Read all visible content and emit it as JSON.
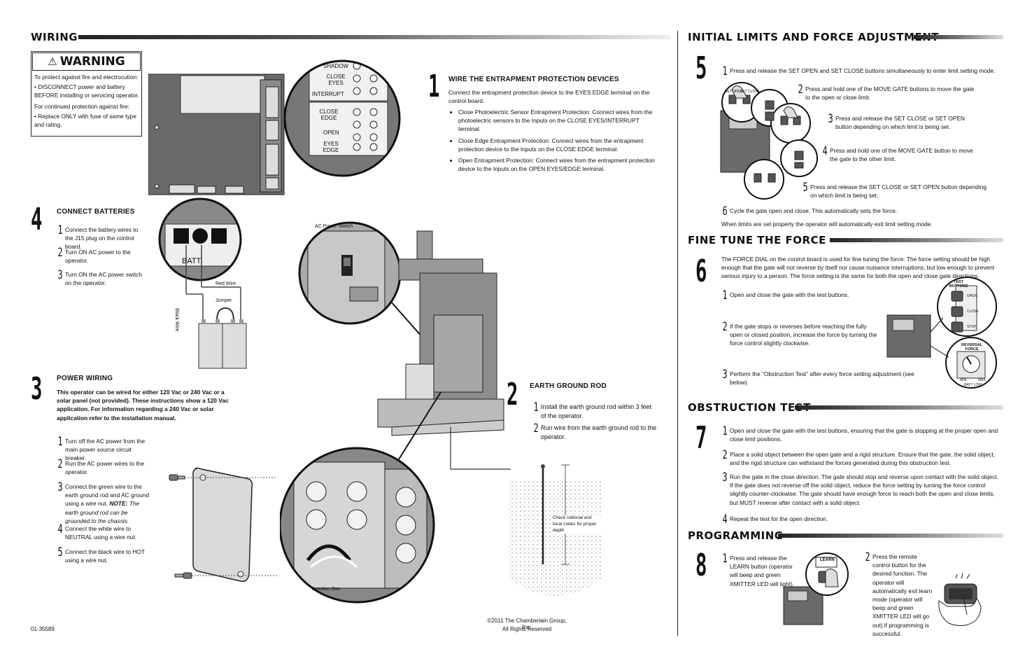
{
  "left": {
    "header": "WIRING",
    "warning": {
      "title": "WARNING",
      "lines": [
        "To protect against fire and electrocution:",
        "• DISCONNECT power and battery BEFORE installing or servicing operator.",
        "For continued protection against fire:",
        "• Replace ONLY with fuse of same type and rating."
      ]
    },
    "section1": {
      "num": "1",
      "title": "WIRE THE ENTRAPMENT PROTECTION DEVICES",
      "intro": "Connect the entrapment protection device to the EYES EDGE terminal on the control board.",
      "bullets": [
        "Close Photoelectric Sensor Entrapment Protection: Connect wires from the photoelectric sensors to the Inputs on the CLOSE EYES/INTERRUPT terminal.",
        "Close Edge Entrapment Protection: Connect wires from the entrapment protection device to the Inputs on the CLOSE EDGE terminal.",
        "Open Entrapment Protection: Connect wires from the entrapment protection device to the Inputs on the OPEN EYES/EDGE terminal."
      ]
    },
    "section4": {
      "num": "4",
      "title": "CONNECT BATTERIES",
      "steps": [
        {
          "n": "1",
          "text": "Connect the battery wires to the J15 plug on the control board."
        },
        {
          "n": "2",
          "text": "Turn ON AC power to the operator."
        },
        {
          "n": "3",
          "text": "Turn ON the AC power switch on the operator."
        }
      ]
    },
    "section3": {
      "num": "3",
      "title": "POWER WIRING",
      "intro": "This operator can be wired for either 120 Vac or 240 Vac or a solar panel (not provided). These instructions show a 120 Vac application. For information regarding a 240 Vac or solar application refer to the installation manual.",
      "steps": [
        {
          "n": "1",
          "text": "Turn off the AC power from the main power source circuit breaker."
        },
        {
          "n": "2",
          "text": "Run the AC power wires to the operator."
        },
        {
          "n": "3",
          "text": "Connect the green wire to the earth ground rod and AC ground using a wire nut.",
          "note_label": "NOTE:",
          "note": "The earth ground rod can be grounded to the chassis."
        },
        {
          "n": "4",
          "text": "Connect the white wire to NEUTRAL using a wire nut."
        },
        {
          "n": "5",
          "text": "Connect the black wire to HOT using a wire nut."
        }
      ]
    },
    "section2": {
      "num": "2",
      "title": "EARTH GROUND ROD",
      "steps": [
        {
          "n": "1",
          "text": "Install the earth ground rod within 3 feet of the operator."
        },
        {
          "n": "2",
          "text": "Run wire from the earth ground rod to the operator."
        }
      ]
    },
    "labels": {
      "shadow": "SHADOW",
      "close_eyes": "CLOSE EYES",
      "interrupt": "INTERRUPT",
      "close_edge": "CLOSE EDGE",
      "open": "OPEN",
      "eyes_edge": "EYES EDGE",
      "batt": "BATT",
      "red_wire": "Red Wire",
      "black_wire": "Black Wire",
      "jumper": "Jumper",
      "ac_power_switch": "AC Power Switch",
      "junction_box": "Junction Box",
      "depth_note": "Check national and local codes for proper depth"
    },
    "doc_number": "01-35589",
    "copyright": [
      "©2011 The Chamberlain Group, Inc.",
      "All Rights Reserved"
    ]
  },
  "right": {
    "limits": {
      "header": "INITIAL LIMITS AND FORCE ADJUSTMENT",
      "num": "5",
      "steps": [
        {
          "n": "1",
          "text": "Press and release the SET OPEN and SET CLOSE buttons simultaneously to enter limit setting mode."
        },
        {
          "n": "2",
          "text": "Press and hold one of the MOVE GATE buttons to move the gate to the open or close limit."
        },
        {
          "n": "3",
          "text": "Press and release the SET CLOSE or SET OPEN button depending on which limit is being set."
        },
        {
          "n": "4",
          "text": "Press and hold one of the MOVE GATE button to move the gate to the other limit."
        },
        {
          "n": "5",
          "text": "Press and release the SET CLOSE or SET OPEN button depending on which limit is being set."
        },
        {
          "n": "6",
          "text": "Cycle the gate open and close. This automatically sets the force."
        }
      ],
      "footer": "When limits are set properly the operator will automatically exit limit setting mode.",
      "board_labels": [
        "SET OPEN",
        "SET CLOSE"
      ]
    },
    "fine_tune": {
      "header": "FINE TUNE THE FORCE",
      "num": "6",
      "intro": "The FORCE DIAL on the control board is used for fine tuning the force. The force setting should be high enough that the gate will not reverse by itself nor cause nuisance interruptions, but low enough to prevent serious injury to a person. The force setting is the same for both the open and close gate directions.",
      "steps": [
        {
          "n": "1",
          "text": "Open and close the gate with the test buttons."
        },
        {
          "n": "2",
          "text": "If the gate stops or reverses before reaching the fully open or closed position, increase the force by turning the force control slightly clockwise."
        },
        {
          "n": "3",
          "text": "Perform the “Obstruction Test” after every force setting adjustment (see below)."
        }
      ],
      "board_labels": {
        "test_buttons": "TEST BUTTONS",
        "reversal_force": "REVERSAL FORCE",
        "min": "MIN",
        "max": "MAX",
        "batt_low": "BATT LOW",
        "open": "OPEN",
        "close": "CLOSE",
        "stop": "STOP"
      }
    },
    "obstruction": {
      "header": "OBSTRUCTION TEST",
      "num": "7",
      "steps": [
        {
          "n": "1",
          "text": "Open and close the gate with the test buttons, ensuring that the gate is stopping at the proper open and close limit positions."
        },
        {
          "n": "2",
          "text": "Place a solid object between the open gate and a rigid structure. Ensure that the gate, the solid object, and the rigid structure can withstand the forces generated during this obstruction test."
        },
        {
          "n": "3",
          "text": "Run the gate in the close direction. The gate should stop and reverse upon contact with the solid object. If the gate does not reverse off the solid object, reduce the force setting by turning the force control slightly counter-clockwise. The gate should have enough force to reach both the open and close limits, but MUST reverse after contact with a solid object."
        },
        {
          "n": "4",
          "text": "Repeat the test for the open direction."
        }
      ]
    },
    "programming": {
      "header": "PROGRAMMING",
      "num": "8",
      "steps": [
        {
          "n": "1",
          "text": "Press and release the LEARN button (operator will beep and green XMITTER LED will light)."
        },
        {
          "n": "2",
          "text": "Press the remote control button for the desired function. The operator will automatically exit learn mode (operator will beep and green XMITTER LED will go out) if programming is successful."
        }
      ],
      "learn_label": "LEARN"
    }
  }
}
